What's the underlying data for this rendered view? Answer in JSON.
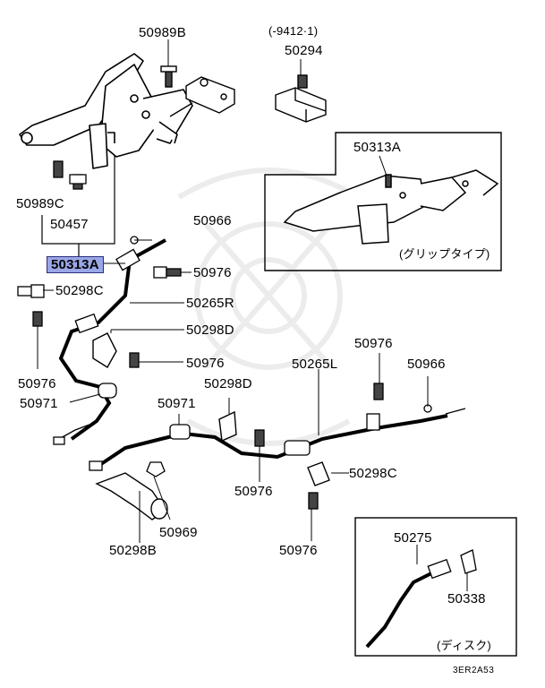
{
  "parts": {
    "p50989B": "50989B",
    "p50294": "50294",
    "p50313A_inset": "50313A",
    "p50989C": "50989C",
    "p50457": "50457",
    "p50966_top": "50966",
    "p50313A_main": "50313A",
    "p50976_a": "50976",
    "p50298C_left": "50298C",
    "p50265R": "50265R",
    "p50298D_top": "50298D",
    "p50976_left": "50976",
    "p50976_mid": "50976",
    "p50971_left": "50971",
    "p50976_right": "50976",
    "p50966_right": "50966",
    "p50265L": "50265L",
    "p50971_mid": "50971",
    "p50298D_mid": "50298D",
    "p50298C_right": "50298C",
    "p50976_bottom": "50976",
    "p50969": "50969",
    "p50298B": "50298B",
    "p50976_low": "50976",
    "p50275": "50275",
    "p50338": "50338"
  },
  "notes": {
    "date_code": "(-9412·1)",
    "grip_type": "(グリップタイプ)",
    "disc": "(ディスク)",
    "drawing_code": "3ER2A53"
  },
  "colors": {
    "line": "#000000",
    "highlight": "#9aa6e6",
    "watermark": "#ececec"
  }
}
